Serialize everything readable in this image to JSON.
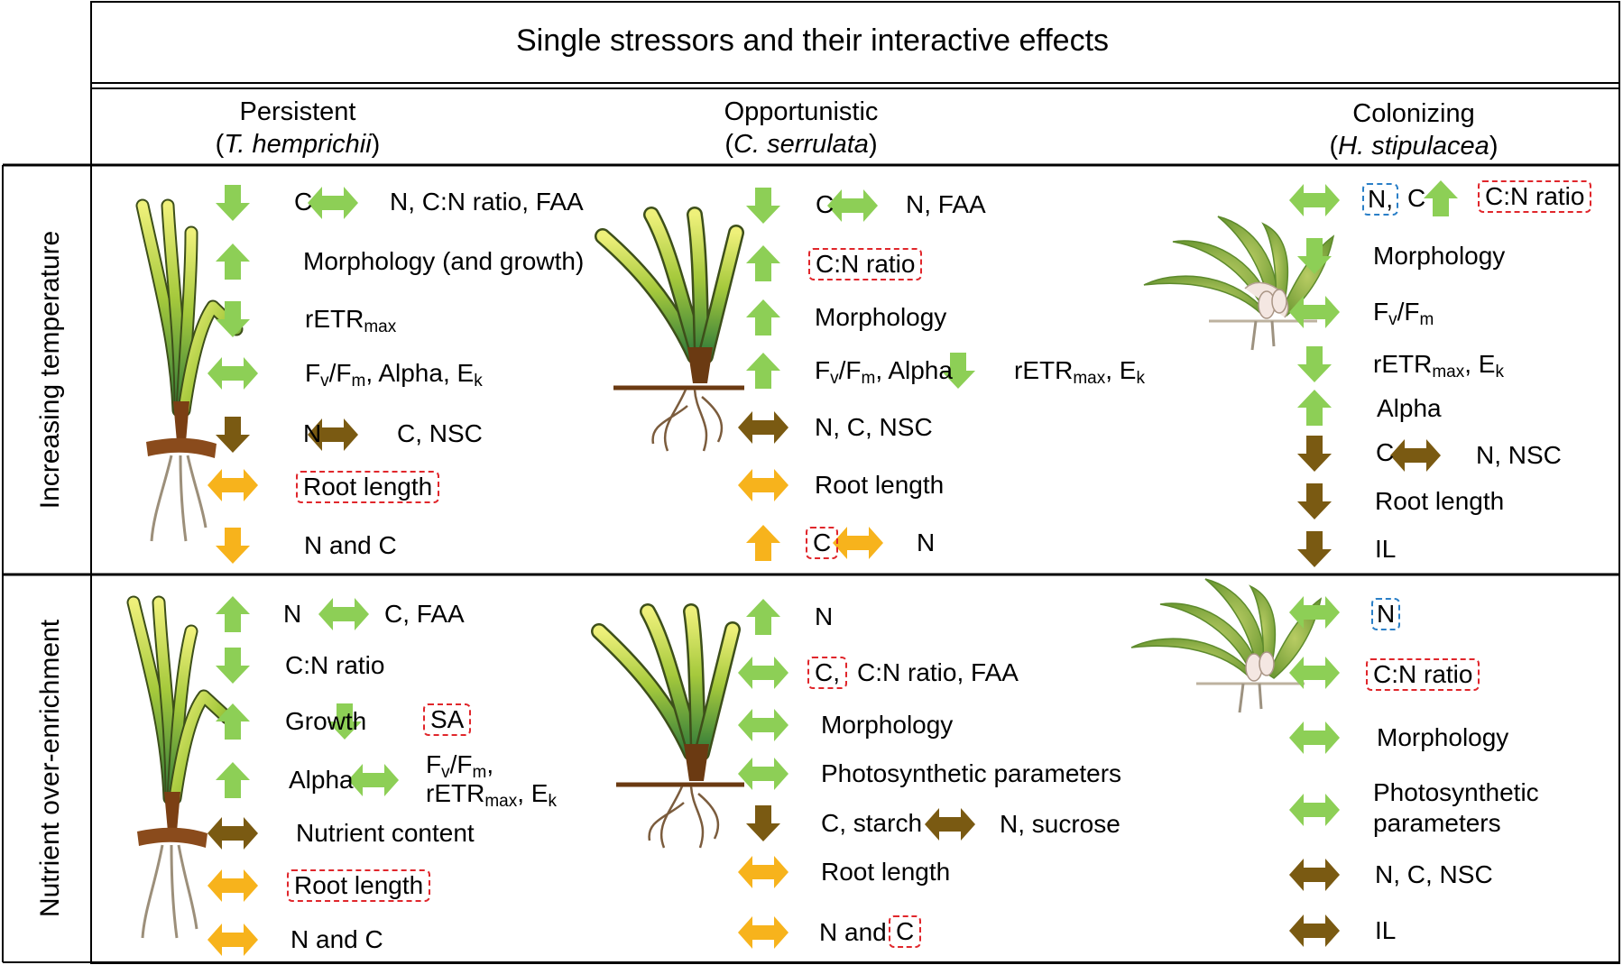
{
  "title": "Single stressors and their interactive effects",
  "columns": [
    {
      "name": "Persistent",
      "species": "T. hemprichii"
    },
    {
      "name": "Opportunistic",
      "species": "C. serrulata"
    },
    {
      "name": "Colonizing",
      "species": "H. stipulacea"
    }
  ],
  "rows": [
    "Increasing temperature",
    "Nutrient over-enrichment"
  ],
  "colors": {
    "leaf_arrow": "#8dcf56",
    "rhizome_arrow": "#7a5a12",
    "root_arrow": "#f7b31c",
    "red_box": "#e0262b",
    "blue_box": "#2a7fc7"
  },
  "labels": {
    "t1": [
      "C",
      "N, C:N ratio, FAA",
      "Morphology (and growth)",
      "rETR",
      "max",
      "F",
      "v",
      "/F",
      "m",
      ", Alpha, E",
      "k",
      "N",
      "C, NSC",
      "Root length",
      "N and C"
    ],
    "t2": [
      "C",
      "N, FAA",
      "C:N ratio",
      "Morphology",
      "F",
      "v",
      "/F",
      "m",
      ", Alpha",
      "rETR",
      "max",
      ", E",
      "k",
      "N, C, NSC",
      "Root length",
      "C",
      "N"
    ],
    "t3": [
      "N,",
      "C",
      "C:N ratio",
      "Morphology",
      "F",
      "v",
      "/F",
      "m",
      "rETR",
      "max",
      ", E",
      "k",
      "Alpha",
      "C",
      "N, NSC",
      "Root length",
      "IL"
    ],
    "n1": [
      "N",
      "C, FAA",
      "C:N ratio",
      "Growth",
      "SA",
      "Alpha",
      "F",
      "v",
      "/F",
      "m",
      ",",
      "rETR",
      "max",
      ", E",
      "k",
      "Nutrient content",
      "Root length",
      "N and C"
    ],
    "n2": [
      "N",
      "C,",
      "C:N ratio, FAA",
      "Morphology",
      "Photosynthetic parameters",
      "C, starch",
      "N, sucrose",
      "Root length",
      "N and",
      "C"
    ],
    "n3": [
      "N",
      "C:N ratio",
      "Morphology",
      "Photosynthetic",
      "parameters",
      "N, C, NSC",
      "IL"
    ]
  }
}
